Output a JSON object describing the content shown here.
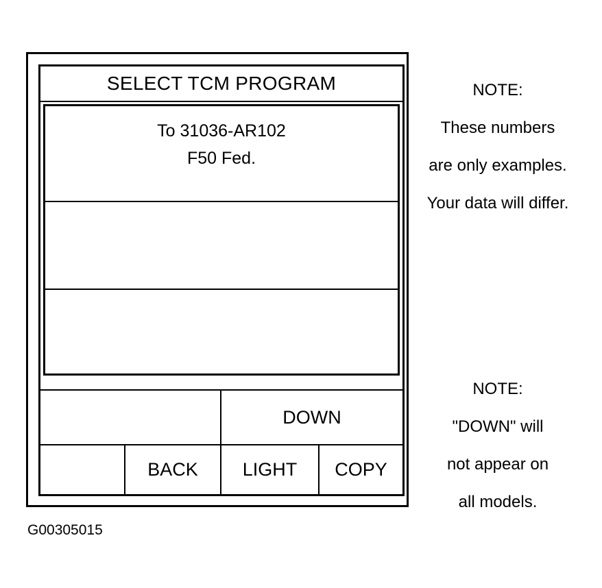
{
  "screen": {
    "title": "SELECT TCM PROGRAM",
    "rows": [
      {
        "line1": "To 31036-AR102",
        "line2": "F50 Fed."
      },
      {
        "line1": "",
        "line2": ""
      },
      {
        "line1": "",
        "line2": ""
      }
    ]
  },
  "softkeys": {
    "row1_left": "",
    "down": "DOWN",
    "blank": "",
    "back": "BACK",
    "light": "LIGHT",
    "copy": "COPY"
  },
  "notes": {
    "top": [
      "NOTE:",
      "These numbers",
      "are only examples.",
      "Your data will differ."
    ],
    "bottom": [
      "NOTE:",
      "\"DOWN\" will",
      "not appear on",
      "all models."
    ]
  },
  "figure_id": "G00305015"
}
